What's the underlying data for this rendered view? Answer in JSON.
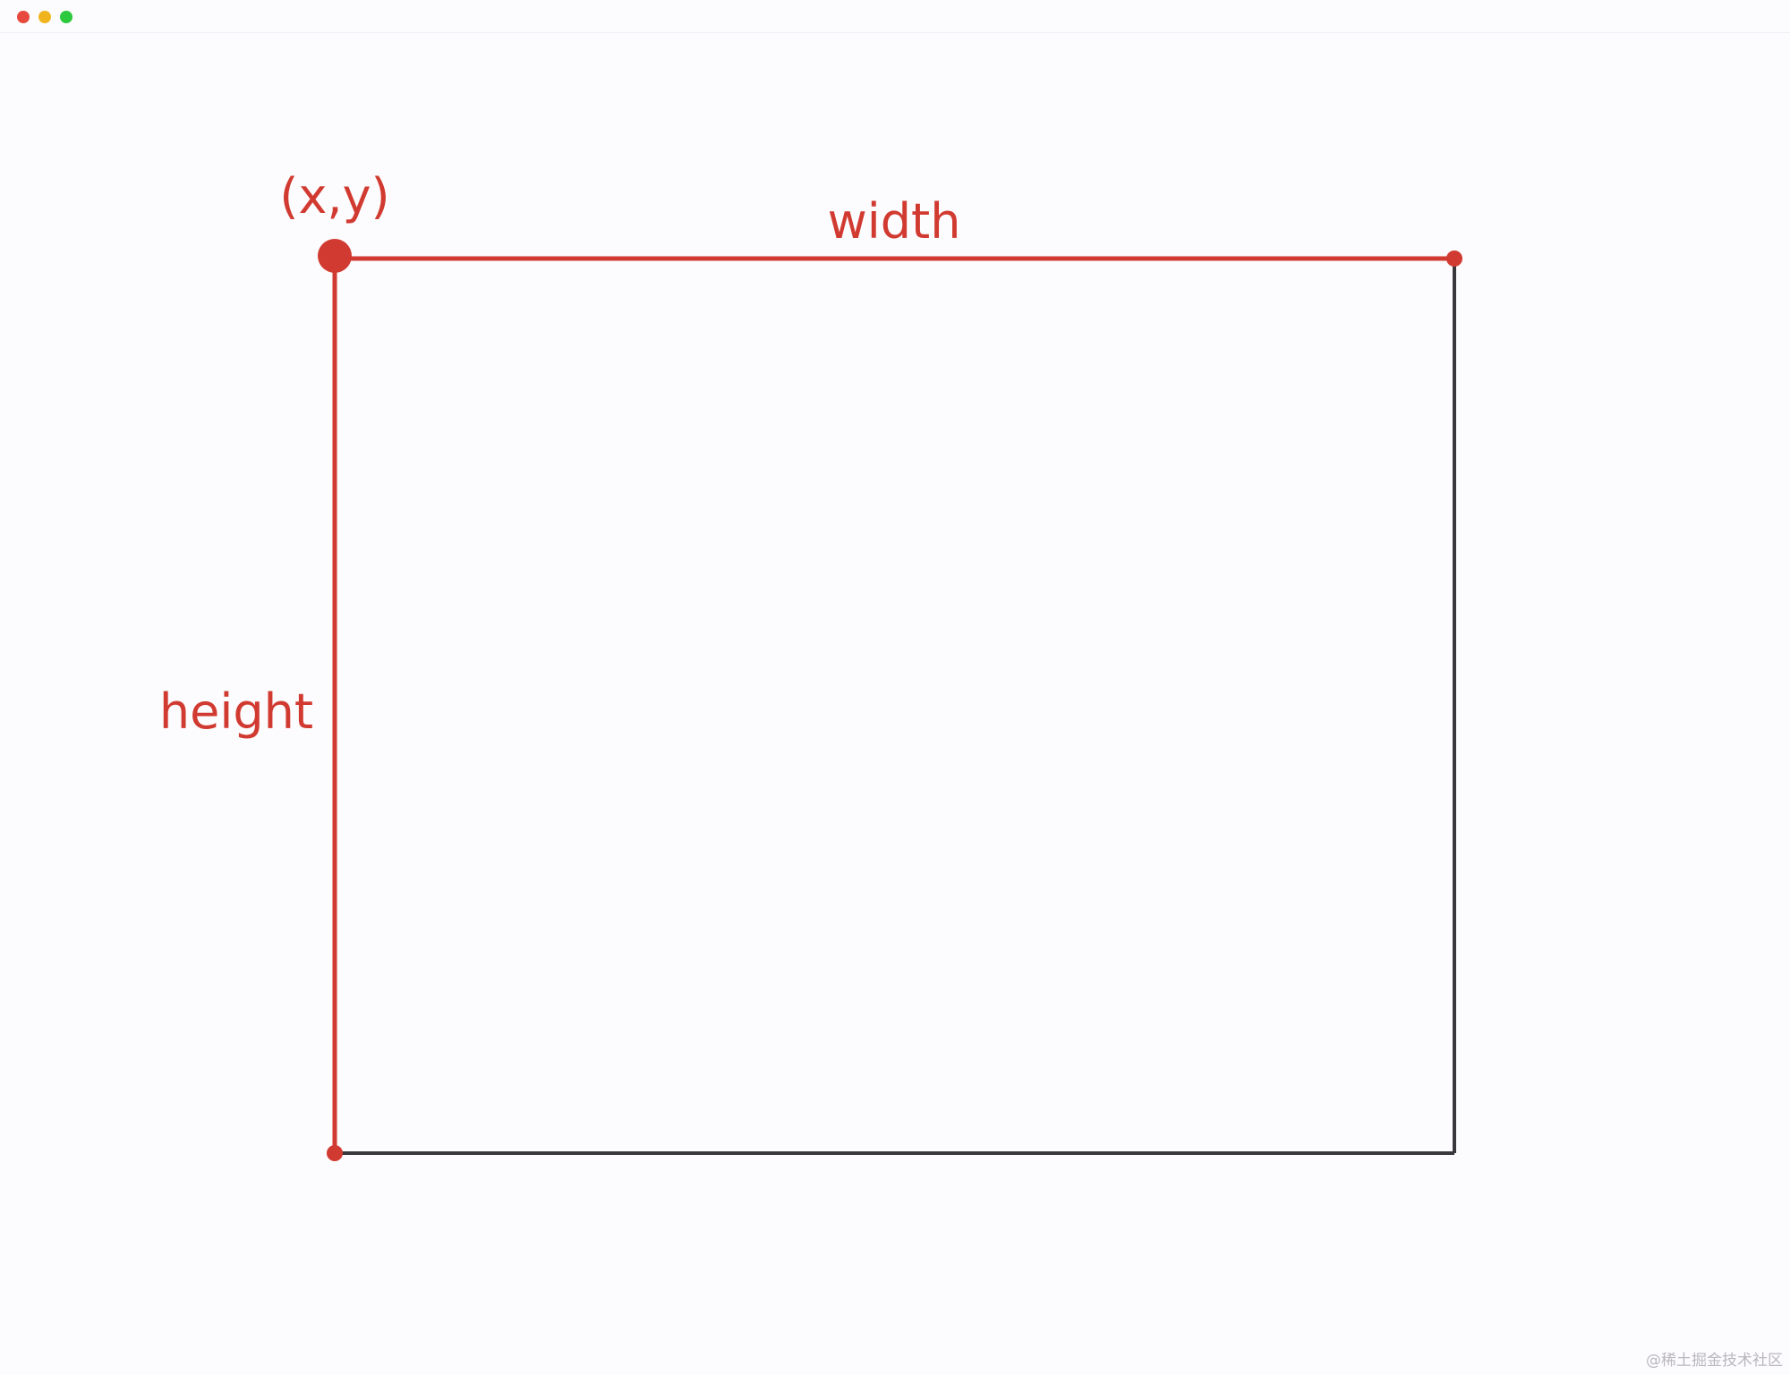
{
  "window": {
    "controls": [
      {
        "name": "close",
        "color": "#e8493f"
      },
      {
        "name": "minimize",
        "color": "#f0b51e"
      },
      {
        "name": "zoom",
        "color": "#2cc93f"
      }
    ]
  },
  "diagram": {
    "origin_label": "(x,y)",
    "width_label": "width",
    "height_label": "height",
    "accent_color": "#d13a30",
    "edge_color": "#3a383c"
  },
  "watermark": "@稀土掘金技术社区"
}
